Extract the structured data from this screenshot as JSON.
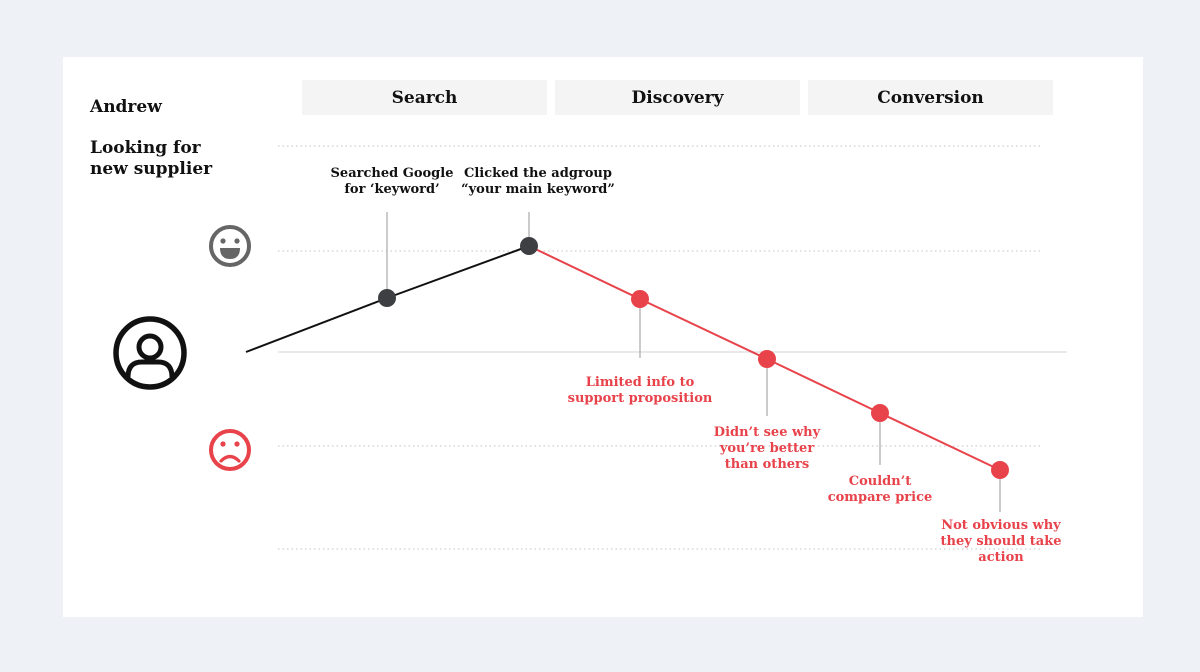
{
  "persona": {
    "name": "Andrew",
    "goal_line1": "Looking for",
    "goal_line2": "new supplier"
  },
  "phases": [
    {
      "label": "Search"
    },
    {
      "label": "Discovery"
    },
    {
      "label": "Conversion"
    }
  ],
  "touchpoints": [
    {
      "line1": "Searched Google",
      "line2": "for ‘keyword’",
      "line3": "",
      "sentiment": "positive"
    },
    {
      "line1": "Clicked the adgroup",
      "line2": "“your main keyword”",
      "line3": "",
      "sentiment": "positive"
    },
    {
      "line1": "Limited info to",
      "line2": "support proposition",
      "line3": "",
      "sentiment": "negative"
    },
    {
      "line1": "Didn’t see why",
      "line2": "you’re better",
      "line3": "than others",
      "sentiment": "negative"
    },
    {
      "line1": "Couldn’t",
      "line2": "compare price",
      "line3": "",
      "sentiment": "negative"
    },
    {
      "line1": "Not obvious why",
      "line2": "they should take",
      "line3": "action",
      "sentiment": "negative"
    }
  ],
  "icons": {
    "persona": "user-circle-icon",
    "happy": "happy-face-icon",
    "sad": "sad-face-icon"
  },
  "colors": {
    "background": "#eef2f6",
    "card": "#ffffff",
    "positive": "#3d3f43",
    "negative": "#e8424a",
    "happy_icon": "#666666",
    "neutral_line": "#111111"
  }
}
